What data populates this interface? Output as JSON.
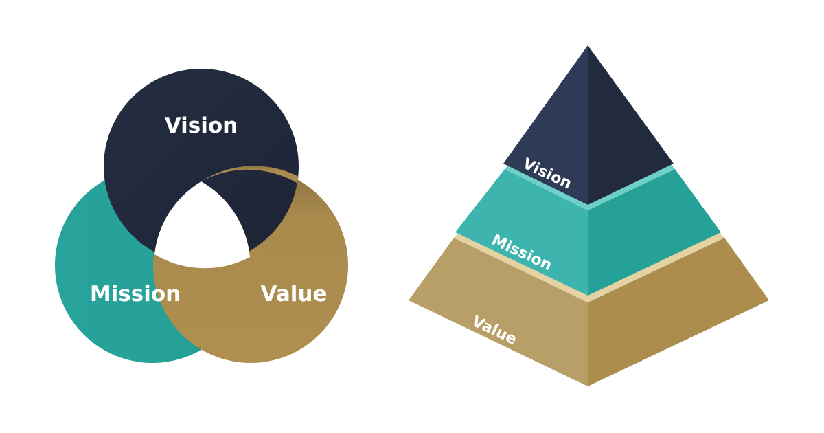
{
  "ring_diagram": {
    "vision_label": "Vision",
    "mission_label": "Mission",
    "value_label": "Value"
  },
  "pyramid": {
    "top_label": "Vision",
    "middle_label": "Mission",
    "bottom_label": "Value"
  },
  "colors": {
    "vision": "#222a3e",
    "mission": "#26a39a",
    "value": "#ad8d4e",
    "background": "#ffffff"
  }
}
